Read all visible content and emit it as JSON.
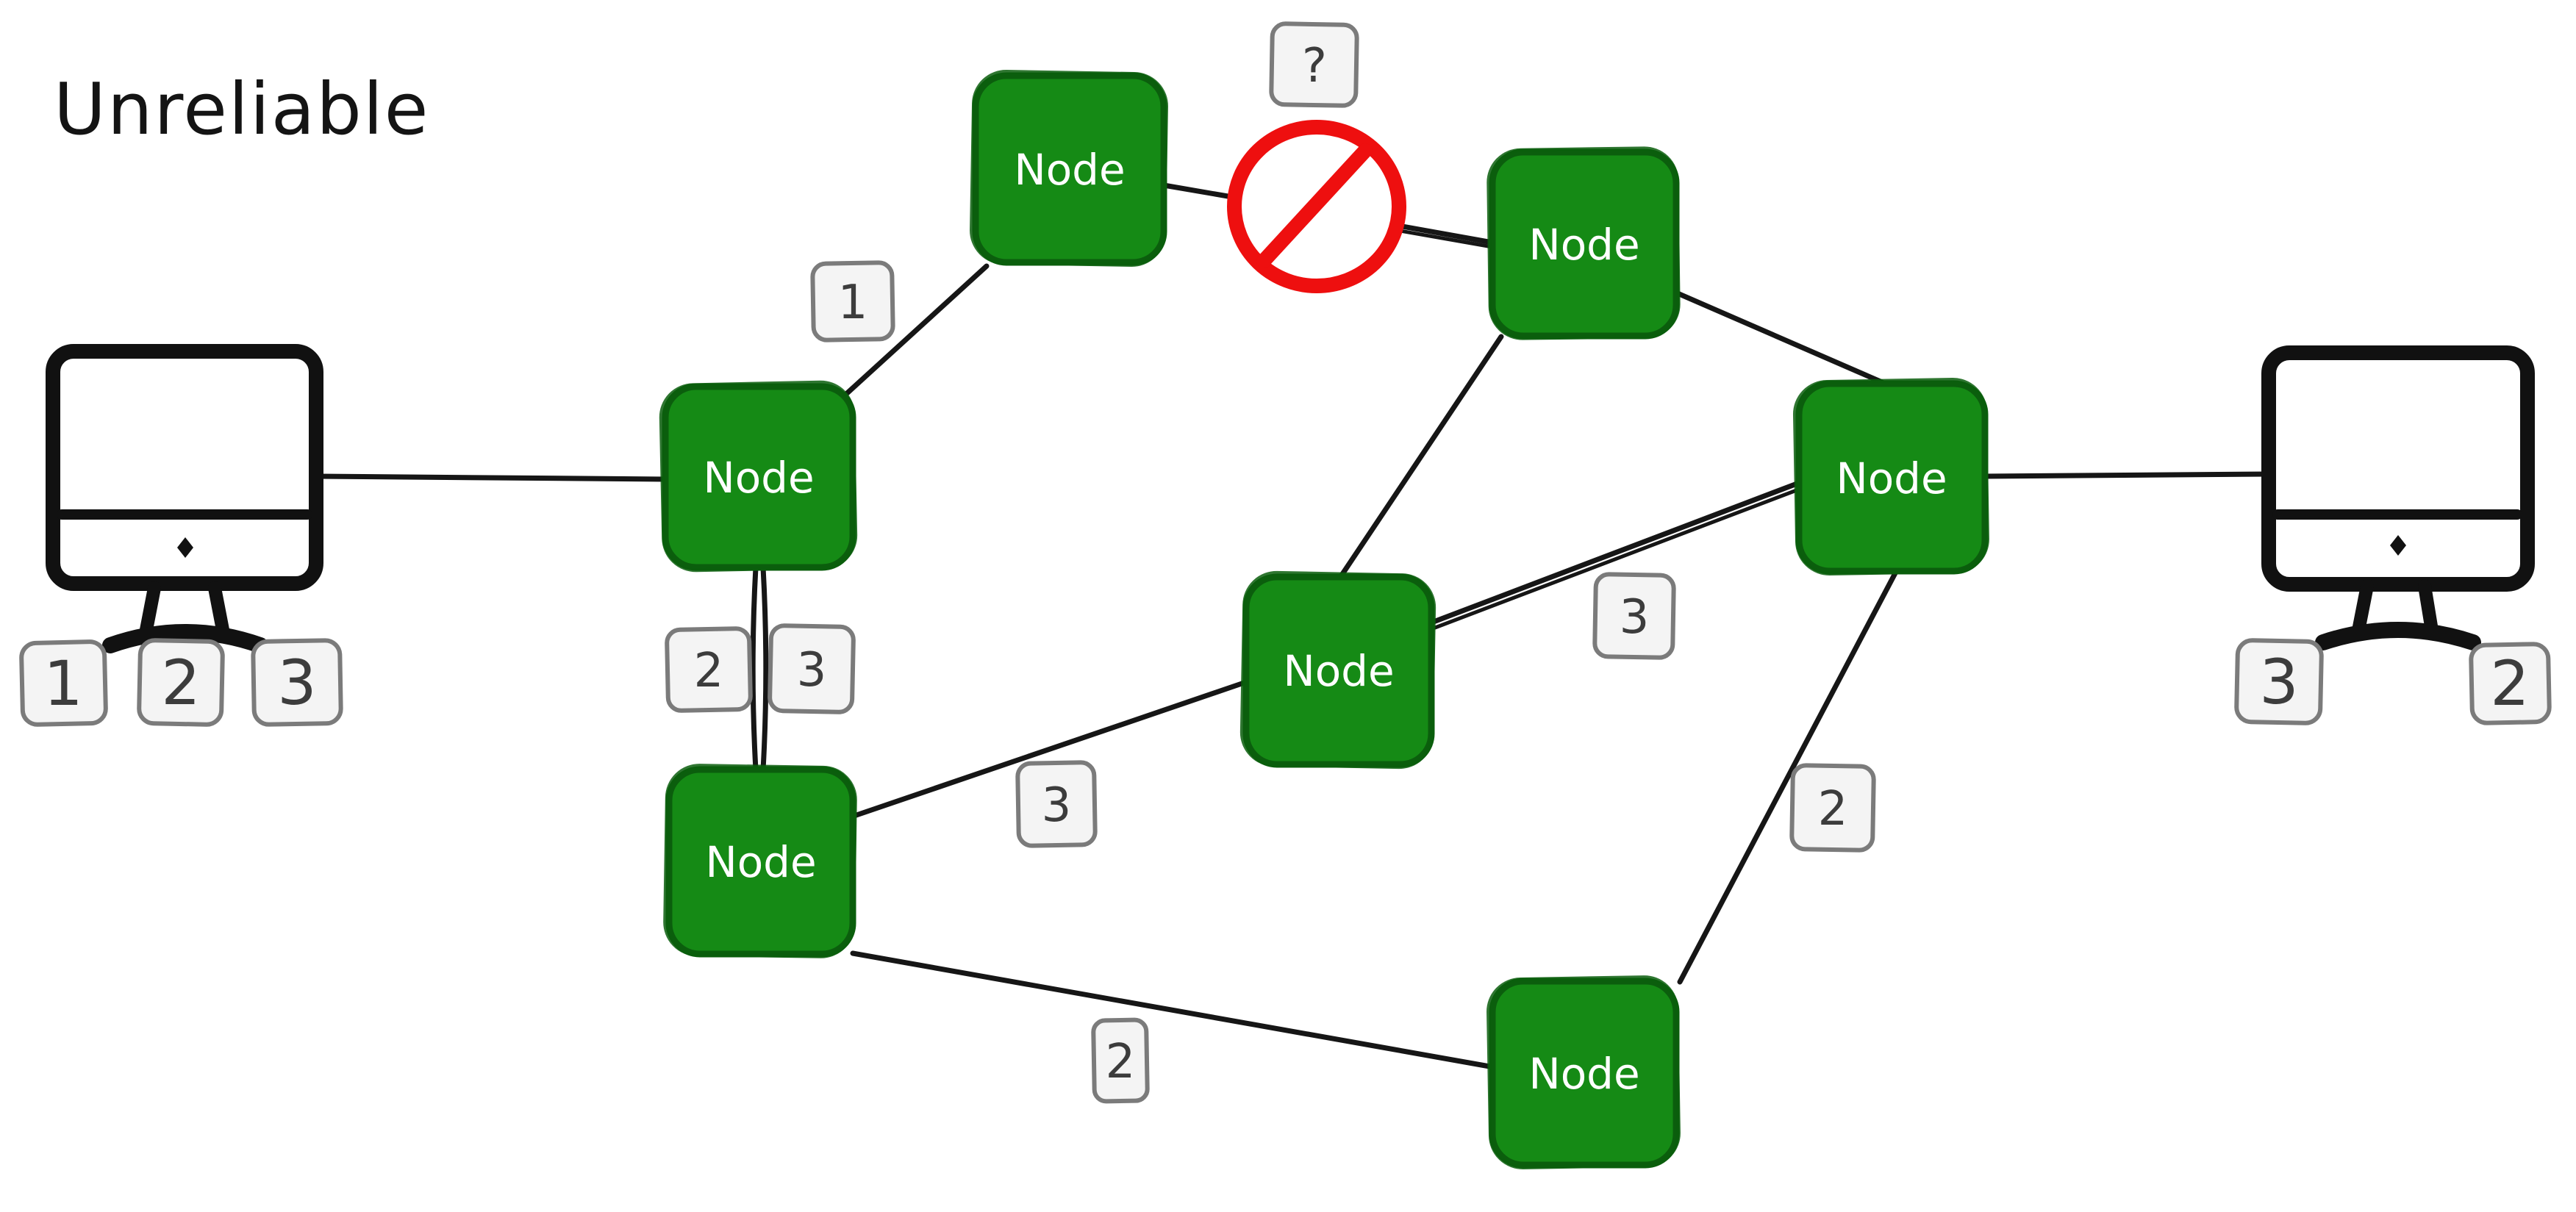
{
  "title": "Unreliable",
  "colors": {
    "node_fill": "#158a15",
    "node_stroke": "#0b5e0d",
    "node_text": "#ffffff",
    "edge": "#161616",
    "packet_fill": "#f4f4f4",
    "packet_stroke": "#7b7b7b",
    "packet_text": "#3c3c3c",
    "blocked_sign": "#ee0f0f",
    "computer_stroke": "#111111",
    "background": "#ffffff"
  },
  "computers": {
    "left": {
      "packets": [
        "1",
        "2",
        "3"
      ]
    },
    "right": {
      "packets": [
        "3",
        "2"
      ]
    }
  },
  "nodes": [
    {
      "label": "Node"
    },
    {
      "label": "Node"
    },
    {
      "label": "Node"
    },
    {
      "label": "Node"
    },
    {
      "label": "Node"
    },
    {
      "label": "Node"
    },
    {
      "label": "Node"
    }
  ],
  "edge_labels": {
    "left_to_top": "1",
    "blocked": "?",
    "left_to_bottom_left_a": "2",
    "left_to_bottom_left_b": "3",
    "bottom_left_to_middle": "3",
    "middle_to_right": "3",
    "bottom_left_to_bottom_right": "2",
    "bottom_right_to_right": "2"
  }
}
